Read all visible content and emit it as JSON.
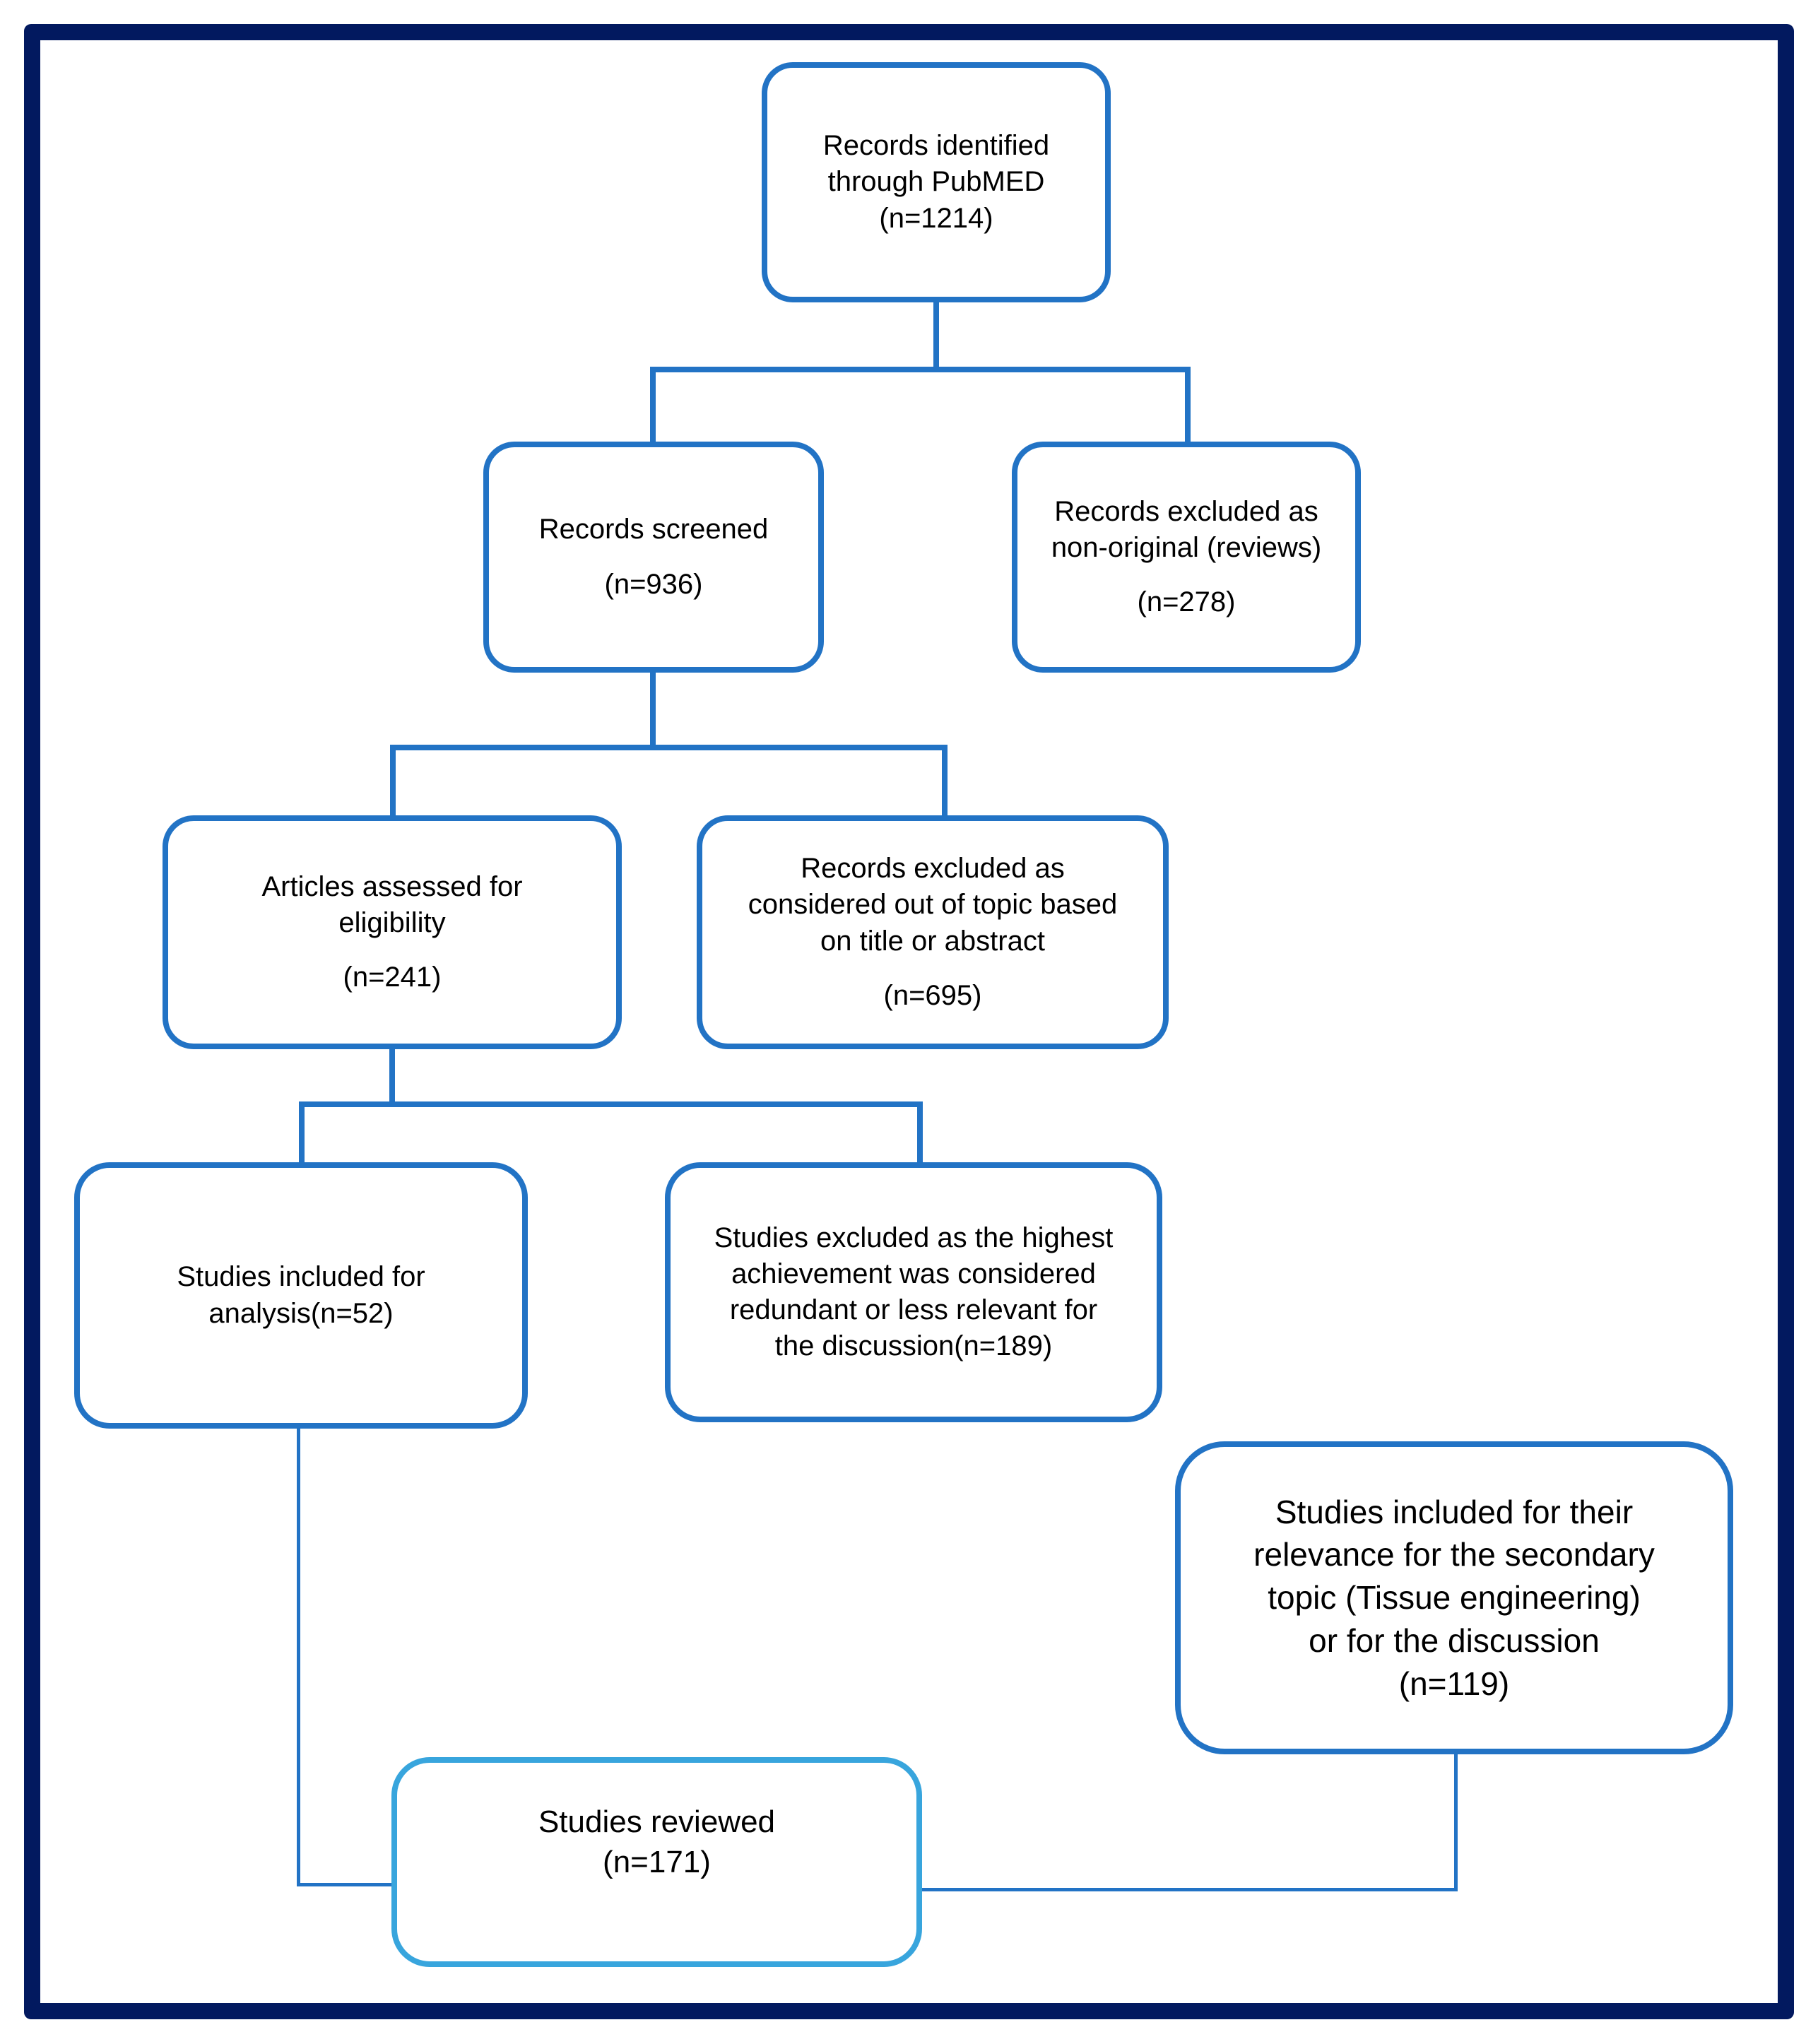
{
  "colors": {
    "box_border": "#2273C5",
    "bottom_box_border": "#38A5DD",
    "frame": "#02195F",
    "text": "#000000",
    "background": "#FFFFFF"
  },
  "boxes": {
    "records_identified": {
      "label": "Records identified\nthrough PubMED",
      "count": "(n=1214)"
    },
    "records_screened": {
      "label": "Records screened",
      "count": "(n=936)"
    },
    "records_excluded_nonoriginal": {
      "label": "Records excluded as\nnon-original (reviews)",
      "count": "(n=278)"
    },
    "articles_assessed": {
      "label": "Articles assessed for\neligibility",
      "count": "(n=241)"
    },
    "records_excluded_topic": {
      "label": "Records excluded as\nconsidered out of topic based\non title or abstract",
      "count": "(n=695)"
    },
    "studies_included_analysis": {
      "label": "Studies included for\nanalysis(n=52)",
      "count": ""
    },
    "studies_excluded_redundant": {
      "label": "Studies excluded as the highest\nachievement was considered\nredundant or less relevant for\nthe discussion(n=189)",
      "count": ""
    },
    "studies_included_secondary": {
      "label": "Studies included for their\nrelevance for the secondary\ntopic (Tissue engineering)\nor for the discussion",
      "count": "(n=119)"
    },
    "studies_reviewed": {
      "label": "Studies reviewed",
      "count": "(n=171)"
    }
  },
  "edges": [
    {
      "from": "records_identified",
      "to": "records_screened"
    },
    {
      "from": "records_identified",
      "to": "records_excluded_nonoriginal"
    },
    {
      "from": "records_screened",
      "to": "articles_assessed"
    },
    {
      "from": "records_screened",
      "to": "records_excluded_topic"
    },
    {
      "from": "articles_assessed",
      "to": "studies_included_analysis"
    },
    {
      "from": "articles_assessed",
      "to": "studies_excluded_redundant"
    },
    {
      "from": "studies_included_analysis",
      "to": "studies_reviewed"
    },
    {
      "from": "studies_included_secondary",
      "to": "studies_reviewed"
    }
  ]
}
